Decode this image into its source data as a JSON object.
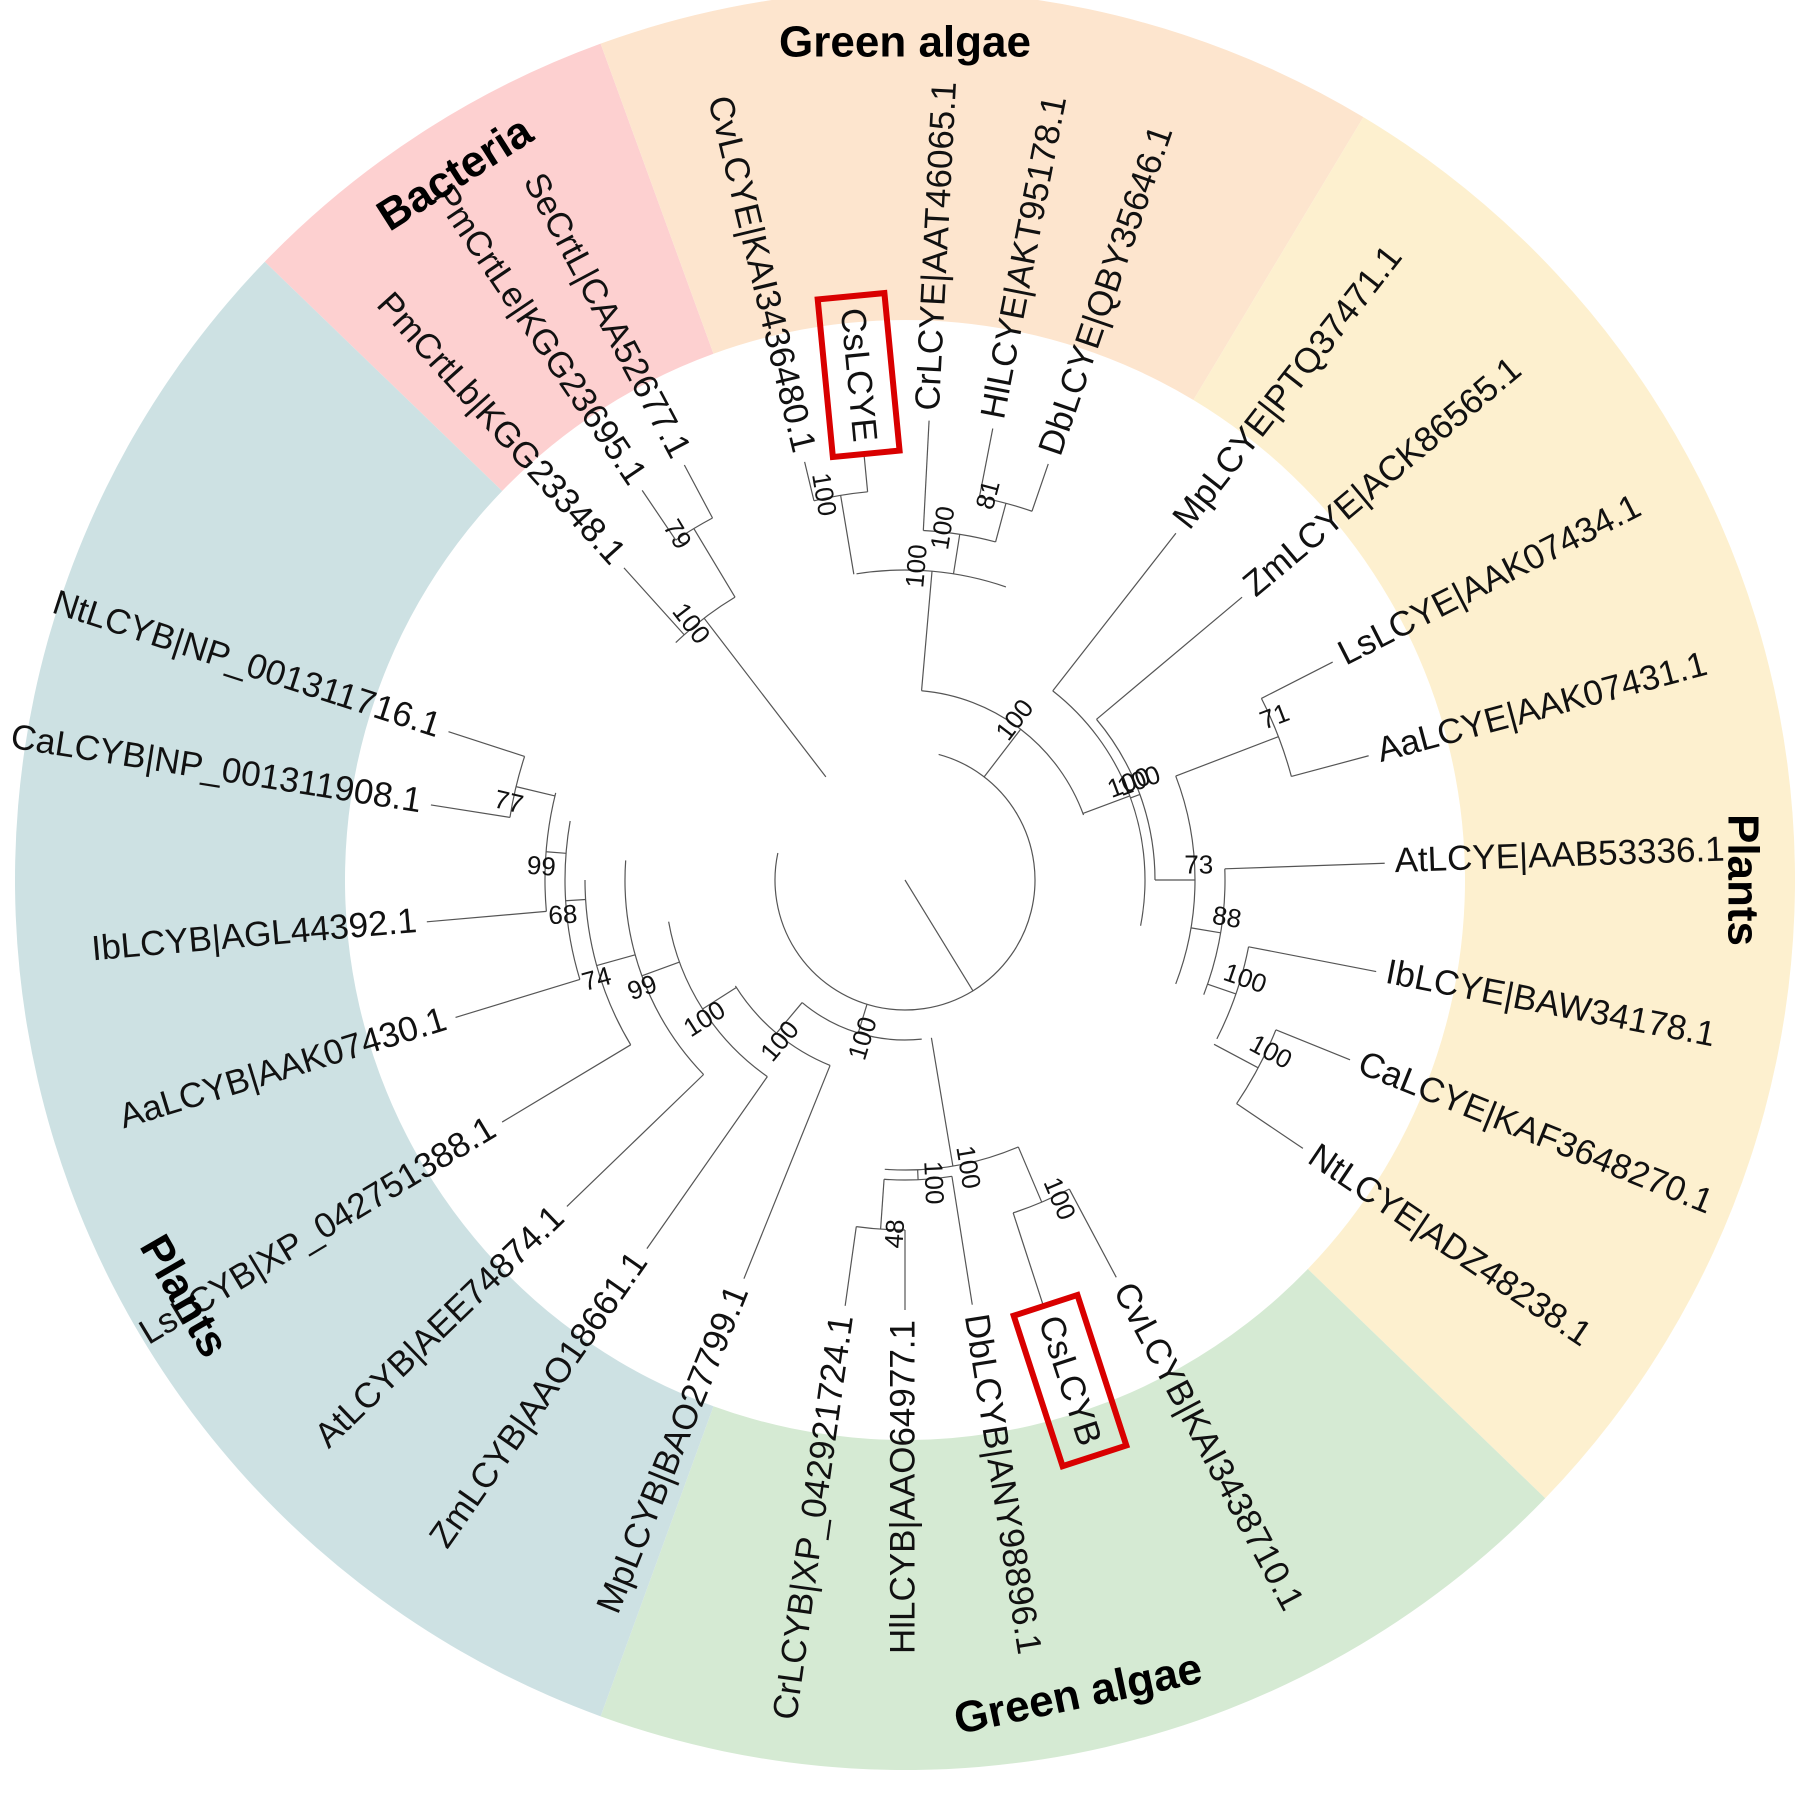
{
  "colors": {
    "bacteria": "#fdd0d0",
    "green_algae_top": "#fde5ce",
    "plants_lcye": "#fdf0cf",
    "green_algae_bottom": "#d5ead3",
    "plants_lcyb": "#cde1e3",
    "branch": "#555555",
    "highlight": "#d90000"
  },
  "groups": [
    {
      "id": "bacteria",
      "label": "Bacteria",
      "start": -46,
      "end": -20,
      "color_key": "bacteria",
      "label_angle": -32.5
    },
    {
      "id": "green-algae-top",
      "label": "Green algae",
      "start": -20,
      "end": 31,
      "color_key": "green_algae_top",
      "label_angle": 0
    },
    {
      "id": "plants-lcye",
      "label": "Plants",
      "start": 31,
      "end": 134,
      "color_key": "plants_lcye",
      "label_angle": 90
    },
    {
      "id": "green-algae-bottom",
      "label": "Green algae",
      "start": 134,
      "end": 200,
      "color_key": "green_algae_bottom",
      "label_angle": 168
    },
    {
      "id": "plants-lcyb",
      "label": "Plants",
      "start": 200,
      "end": 314,
      "color_key": "plants_lcyb",
      "label_angle": 240
    }
  ],
  "tree": {
    "leaves": [
      {
        "id": "SeCrtL",
        "label": "SeCrtL|CAA52677.1",
        "angle": -28,
        "r": 470
      },
      {
        "id": "PmCrtLe",
        "label": "PmCrtLe|KGG23695.1",
        "angle": -34,
        "r": 470
      },
      {
        "id": "PmCrtLb",
        "label": "PmCrtLb|KGG23348.1",
        "angle": -42,
        "r": 420
      },
      {
        "id": "CvLCYE",
        "label": "CvLCYE|KAI3436480.1",
        "angle": -13.5,
        "r": 430
      },
      {
        "id": "CsLCYE",
        "label": "CsLCYE",
        "angle": -5.5,
        "r": 430,
        "highlight": true
      },
      {
        "id": "CrLCYE",
        "label": "CrLCYE|AAT46065.1",
        "angle": 3,
        "r": 460
      },
      {
        "id": "HlLCYE",
        "label": "HlLCYE|AKT95178.1",
        "angle": 11,
        "r": 460
      },
      {
        "id": "DbLCYE",
        "label": "DbLCYE|QBY35646.1",
        "angle": 19,
        "r": 440
      },
      {
        "id": "MpLCYE",
        "label": "MpLCYE|PTQ37471.1",
        "angle": 38,
        "r": 440
      },
      {
        "id": "ZmLCYE",
        "label": "ZmLCYE|ACK86565.1",
        "angle": 50,
        "r": 440
      },
      {
        "id": "LsLCYE",
        "label": "LsLCYE|AAK07434.1",
        "angle": 63,
        "r": 480
      },
      {
        "id": "AaLCYE",
        "label": "AaLCYE|AAK07431.1",
        "angle": 75,
        "r": 480
      },
      {
        "id": "AtLCYE",
        "label": "AtLCYE|AAB53336.1",
        "angle": 88,
        "r": 480
      },
      {
        "id": "IbLCYE",
        "label": "IbLCYE|BAW34178.1",
        "angle": 101,
        "r": 480
      },
      {
        "id": "CaLCYE",
        "label": "CaLCYE|KAF3648270.1",
        "angle": 112,
        "r": 480
      },
      {
        "id": "NtLCYE",
        "label": "NtLCYE|ADZ48238.1",
        "angle": 124,
        "r": 480
      },
      {
        "id": "CvLCYB",
        "label": "CvLCYB|KAI3438710.1",
        "angle": 152,
        "r": 450
      },
      {
        "id": "CsLCYB",
        "label": "CsLCYB",
        "angle": 162,
        "r": 450,
        "highlight": true
      },
      {
        "id": "DbLCYB",
        "label": "DbLCYB|ANY98896.1",
        "angle": 171,
        "r": 430
      },
      {
        "id": "HlLCYB",
        "label": "HlLCYB|AAO64977.1",
        "angle": 180,
        "r": 430
      },
      {
        "id": "CrLCYB",
        "label": "CrLCYB|XP_042921724.1",
        "angle": 188,
        "r": 430
      },
      {
        "id": "MpLCYB",
        "label": "MpLCYB|BAO27799.1",
        "angle": 202,
        "r": 430
      },
      {
        "id": "ZmLCYB",
        "label": "ZmLCYB|AAO18661.1",
        "angle": 215,
        "r": 450
      },
      {
        "id": "AtLCYB",
        "label": "AtLCYB|AEE74874.1",
        "angle": 226,
        "r": 470
      },
      {
        "id": "LsLCYB",
        "label": "LsLCYB|XP_042751388.1",
        "angle": 239,
        "r": 470
      },
      {
        "id": "AaLCYB",
        "label": "AaLCYB|AAK07430.1",
        "angle": 253,
        "r": 470
      },
      {
        "id": "IbLCYB",
        "label": "IbLCYB|AGL44392.1",
        "angle": 265,
        "r": 480
      },
      {
        "id": "CaLCYB",
        "label": "CaLCYB|NP_001311908.1",
        "angle": 279,
        "r": 480
      },
      {
        "id": "NtLCYB",
        "label": "NtLCYB|NP_001311716.1",
        "angle": 288,
        "r": 480
      }
    ],
    "nodes": [
      {
        "id": "root",
        "r": 0
      },
      {
        "id": "n_hub",
        "parent": "root",
        "r": 130,
        "a1": 15,
        "a2": 282
      },
      {
        "id": "n_bact",
        "parent": "n_hub",
        "r": 330,
        "a1": -44,
        "a2": -31,
        "support": "100"
      },
      {
        "id": "n_pm",
        "parent": "n_bact",
        "r": 410,
        "a1": -34,
        "a2": -28,
        "support": "79"
      },
      {
        "id": "n_lcye_all",
        "parent": "n_hub",
        "r": 190,
        "a1": 5,
        "a2": 70,
        "support": "100"
      },
      {
        "id": "n_ga_top",
        "parent": "n_lcye_all",
        "r": 310,
        "a1": -9,
        "a2": 19,
        "support": "100"
      },
      {
        "id": "n_cv_cs",
        "parent": "n_ga_top",
        "r": 390,
        "a1": -13.5,
        "a2": -5.5,
        "support": "100"
      },
      {
        "id": "n_cr_hl_db",
        "parent": "n_ga_top",
        "r": 350,
        "a1": 3,
        "a2": 15,
        "support": "100"
      },
      {
        "id": "n_hl_db",
        "parent": "n_cr_hl_db",
        "r": 390,
        "a1": 11,
        "a2": 19,
        "support": "81"
      },
      {
        "id": "n_pl_lcye",
        "parent": "n_lcye_all",
        "r": 240,
        "a1": 38,
        "a2": 101,
        "support": "100"
      },
      {
        "id": "n_zm_rest",
        "parent": "n_pl_lcye",
        "r": 250,
        "a1": 50,
        "a2": 90,
        "support": "100"
      },
      {
        "id": "n_dic_lcye",
        "parent": "n_zm_rest",
        "r": 290,
        "a1": 69,
        "a2": 111,
        "support": "73"
      },
      {
        "id": "n_ls_aa",
        "parent": "n_dic_lcye",
        "r": 400,
        "a1": 63,
        "a2": 75,
        "support": "71"
      },
      {
        "id": "n_at_rest",
        "parent": "n_dic_lcye",
        "r": 320,
        "a1": 88,
        "a2": 111,
        "support": "88"
      },
      {
        "id": "n_ib_ca_nt",
        "parent": "n_at_rest",
        "r": 350,
        "a1": 101,
        "a2": 117,
        "support": "100"
      },
      {
        "id": "n_ca_nt",
        "parent": "n_ib_ca_nt",
        "r": 400,
        "a1": 112,
        "a2": 124,
        "support": "100"
      },
      {
        "id": "n_lcyb_all",
        "parent": "n_hub",
        "r": 160,
        "a1": 174,
        "a2": 220,
        "support": "100"
      },
      {
        "id": "n_ga_bot",
        "parent": "n_lcyb_all",
        "r": 290,
        "a1": 157,
        "a2": 184,
        "support": "100"
      },
      {
        "id": "n_cv_cs_b",
        "parent": "n_ga_bot",
        "r": 350,
        "a1": 152,
        "a2": 162,
        "support": "100"
      },
      {
        "id": "n_db_hl_cr",
        "parent": "n_ga_bot",
        "r": 300,
        "a1": 171,
        "a2": 184,
        "support": "100"
      },
      {
        "id": "n_hl_cr",
        "parent": "n_db_hl_cr",
        "r": 350,
        "a1": 180,
        "a2": 188,
        "support": "48"
      },
      {
        "id": "n_pl_lcyb",
        "parent": "n_lcyb_all",
        "r": 200,
        "a1": 202,
        "a2": 238,
        "support": "100"
      },
      {
        "id": "n_zm_b",
        "parent": "n_pl_lcyb",
        "r": 240,
        "a1": 215,
        "a2": 260,
        "support": "100"
      },
      {
        "id": "n_at_b",
        "parent": "n_zm_b",
        "r": 280,
        "a1": 226,
        "a2": 274,
        "support": "99"
      },
      {
        "id": "n_ls_b",
        "parent": "n_at_b",
        "r": 320,
        "a1": 239,
        "a2": 270,
        "support": "74"
      },
      {
        "id": "n_aa_b",
        "parent": "n_ls_b",
        "r": 340,
        "a1": 253,
        "a2": 280,
        "support": "68"
      },
      {
        "id": "n_ib_b",
        "parent": "n_aa_b",
        "r": 360,
        "a1": 265,
        "a2": 284,
        "support": "99"
      },
      {
        "id": "n_ca_nt_b",
        "parent": "n_ib_b",
        "r": 400,
        "a1": 279,
        "a2": 288,
        "support": "77"
      }
    ],
    "leaf_parents": {
      "SeCrtL": "n_pm",
      "PmCrtLe": "n_pm",
      "PmCrtLb": "n_bact",
      "CvLCYE": "n_cv_cs",
      "CsLCYE": "n_cv_cs",
      "CrLCYE": "n_cr_hl_db",
      "HlLCYE": "n_hl_db",
      "DbLCYE": "n_hl_db",
      "MpLCYE": "n_pl_lcye",
      "ZmLCYE": "n_zm_rest",
      "LsLCYE": "n_ls_aa",
      "AaLCYE": "n_ls_aa",
      "AtLCYE": "n_at_rest",
      "IbLCYE": "n_ib_ca_nt",
      "CaLCYE": "n_ca_nt",
      "NtLCYE": "n_ca_nt",
      "CvLCYB": "n_cv_cs_b",
      "CsLCYB": "n_cv_cs_b",
      "DbLCYB": "n_db_hl_cr",
      "HlLCYB": "n_hl_cr",
      "CrLCYB": "n_hl_cr",
      "MpLCYB": "n_pl_lcyb",
      "ZmLCYB": "n_zm_b",
      "AtLCYB": "n_at_b",
      "LsLCYB": "n_ls_b",
      "AaLCYB": "n_aa_b",
      "IbLCYB": "n_ib_b",
      "CaLCYB": "n_ca_nt_b",
      "NtLCYB": "n_ca_nt_b"
    }
  }
}
